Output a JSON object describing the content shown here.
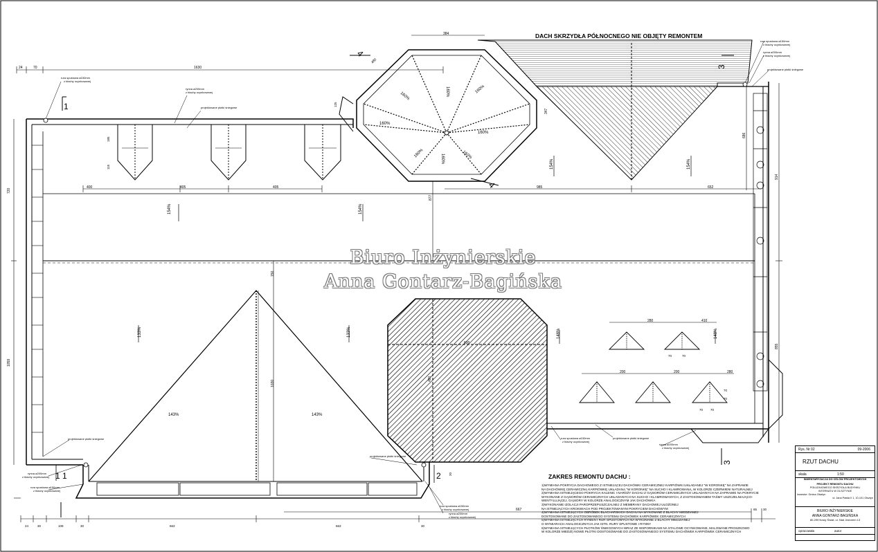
{
  "header": {
    "north_note": "DACH SKRZYDŁA PÓŁNOCNEGO NIE OBJĘTY REMONTEM"
  },
  "watermark": {
    "line1": "Biuro Inżynierskie",
    "line2": "Anna Gontarz-Bagińska"
  },
  "dimensions": {
    "top_left_24": "24",
    "top_left_70": "70",
    "top_1630": "1630",
    "oct_384": "384",
    "left_720": "720",
    "left_1059": "1059",
    "seg_400": "400",
    "seg_405a": "405",
    "seg_405b": "405",
    "right_985": "985",
    "right_652": "652",
    "dormer_185": "185",
    "dormer_115": "115",
    "pyr_1030": "1030",
    "pyr_150": "150",
    "oct_480": "480",
    "hatch_600": "600",
    "hatch_480": "480",
    "mid_877": "877",
    "side_914": "914",
    "side_855": "855",
    "side_686": "686",
    "side_347": "347",
    "tri_280": "280",
    "tri_410": "410",
    "tri_200a": "200",
    "tri_200b": "200",
    "tri_280b": "280",
    "tri_70a": "70",
    "tri_70b": "70",
    "tri_70c": "70",
    "tri_70d": "70",
    "tri_70e": "70",
    "tri_70f": "70",
    "base_667": "667",
    "base_65": "65",
    "base_30": "30",
    "bot_24": "24",
    "bot_30a": "30",
    "bot_109": "109",
    "bot_30b": "30",
    "bot_663": "663",
    "bot_663b": "663",
    "bot_30c": "30",
    "oct_20": "20",
    "oct_125": "125"
  },
  "slopes": {
    "main_a": "154%",
    "main_b": "154%",
    "right_a": "154%",
    "right_b": "154%",
    "low_a": "133%",
    "low_b": "133%",
    "pyr_a": "143%",
    "pyr_b": "143%",
    "right_low": "148%",
    "right_low_b": "148%",
    "oct": [
      "160%",
      "160%",
      "160%",
      "160%",
      "160%",
      "160%",
      "160%",
      "160%"
    ]
  },
  "labels": {
    "rura_top_left": "rura spustowa ø150mm",
    "rura_top_left_2": "z blachy ocynkowanej",
    "rynna_top": "rynna ø200mm",
    "rynna_top_2": "z blachy ocynkowanej",
    "plotki": "projektowane płotki śniegowe",
    "rura_top_right": "rura spustowa ø150mm",
    "rura_top_right_2": "z blachy ocynkowanej",
    "rynna_top_right": "rynna ø200mm",
    "rynna_top_right_2": "z blachy ocynkowanej",
    "plotki_right": "projektowane płotki śniegowe",
    "plotki_bl": "projektowane płotki śniegowe",
    "rynna_bl": "rynna ø200mm",
    "rynna_bl_2": "z blachy ocynkowanej",
    "rura_bl": "rura spustowa ø150mm",
    "rura_bl_2": "z blachy ocynkowanej",
    "plotki_mid": "projektowane płotki śniegowe",
    "rura_mid": "rura spustowa ø150mm",
    "rura_mid_2": "z blachy ocynkowanej",
    "rynna_mid": "rynna ø200mm",
    "rynna_mid_2": "z blachy ocynkowanej",
    "rura_br": "rura spustowa ø150mm",
    "rura_br_2": "z blachy ocynkowanej",
    "plotki_br": "projektowane płotki śniegowe",
    "rynna_br": "rynna ø200mm",
    "rynna_br_2": "z blachy ocynkowanej"
  },
  "sections": {
    "s1_top": "1",
    "s1_bottom": "1",
    "s2": "2",
    "s3": "3",
    "s4_top": "4",
    "s4_mid": "4"
  },
  "notes": {
    "title": "ZAKRES REMONTU DACHU :",
    "items": [
      "1)WYMIANA POKRYCIA DACHOWEGO Z ISTNIEJĄCEJ DACHÓWKI CERAMICZNEJ KARPIÓWKI UKŁADANEJ \"W KORONKĘ\" NA ZAPRAWIE",
      "NA DACHÓWKĘ CERAMICZNĄ KARPIÓWKĘ UKŁADANĄ \"W KORONKĘ\" NA SUCHO I KLAMROWANĄ, W KOLORZE CZERWIENI NATURALNEJ",
      "2)WYMIANA ISTNIEJĄCEGO POKRYCIA KALENIC I NAROŻY DACHU Z GĄSIORÓW CERAMICZNYCH UKŁADANYCH NA ZAPRAWIE NA POKRYCIE",
      "WYKONANE Z GĄSIORÓW CERAMICZNYCH UKŁADANYCH NA SUCHO I KLAMROWANYCH, Z ZASTOSOWANIEM TAŚMY USZCZELNIAJĄCO-",
      "WENTYLUJĄCEJ, GĄSIORY W KOLORZE ANALOGICZNYM JAK DACHÓWKA",
      "3)WYKONANIE IZOLACJI PAROPRZEPUSZCZALNEJ Z MEMBRANY DACHOWEJ UŁOŻONEJ",
      "NA ISTNIEJĄCYCH KROKWIACH POD PROJEKTOWANYM POKRYCIEM DACHOWYM",
      "4)WYMIANA ISTNIEJĄCYCH OBRÓBEK BLACHARSKICH DACHU NA WYKONANE Z BLACHY MIEDZIANEJ",
      "DOSTOSOWANE DO ZASTOSOWANEGO SYSTEMU DACHÓWEK KARPIÓWEK CERAMICZNYCH",
      "5)WYMIANA ISTNIEJĄCYCH RYNIEN I RUR SPUSTOWYCH NA WYKONANE Z BLACHY MIEDZIANEJ",
      "O WYMIARACH ANALOGICZNYCH JAK ISTN. RURY SPUSTOWE I RYNNY",
      "6)WYMIANA ISTNIEJĄCYCH PŁOTKÓW ŚNIEGOWYCH WRAZ ZE WSPORNIKAMI NA STALOWE OCYNKOWANE, MALOWANE PROSZKOWO",
      "W KOLORZE MIEDZI) NOWE PŁOTKI DOSTOSOWANE DO ZASTOSOWANEGO SYSTEMU DACHÓWEK KARPIÓWEK CERAMICZNYCH"
    ]
  },
  "title_block": {
    "drawing_no": "Rys. Nr 02",
    "date": "09-2006",
    "drawing_title": "RZUT DACHU",
    "scale_label": "skala",
    "scale": "1:50",
    "stage": "INWENTARYZACJA DO CELÓW PROJEKTOWYCH",
    "project": "PROJEKT REMONTU DACHU",
    "project_2": "POŁUDNIOWEGO SKRZYDŁA BUDYNKU",
    "project_3": "INTERNATU W OLSZTYNIE",
    "investor": "Inwestor: Gmina Olsztyn",
    "address": "ul. Jana Pawła II 1, 10-101 Olsztyn",
    "office": "BIURO INŻYNIERSKIE",
    "office_2": "ANNA GONTARZ-BAGIŃSKA",
    "office_3": "80-299 Nowy Świat, ul. Nad Jeziorem 13",
    "author_label": "opracowała",
    "author": "autor"
  }
}
